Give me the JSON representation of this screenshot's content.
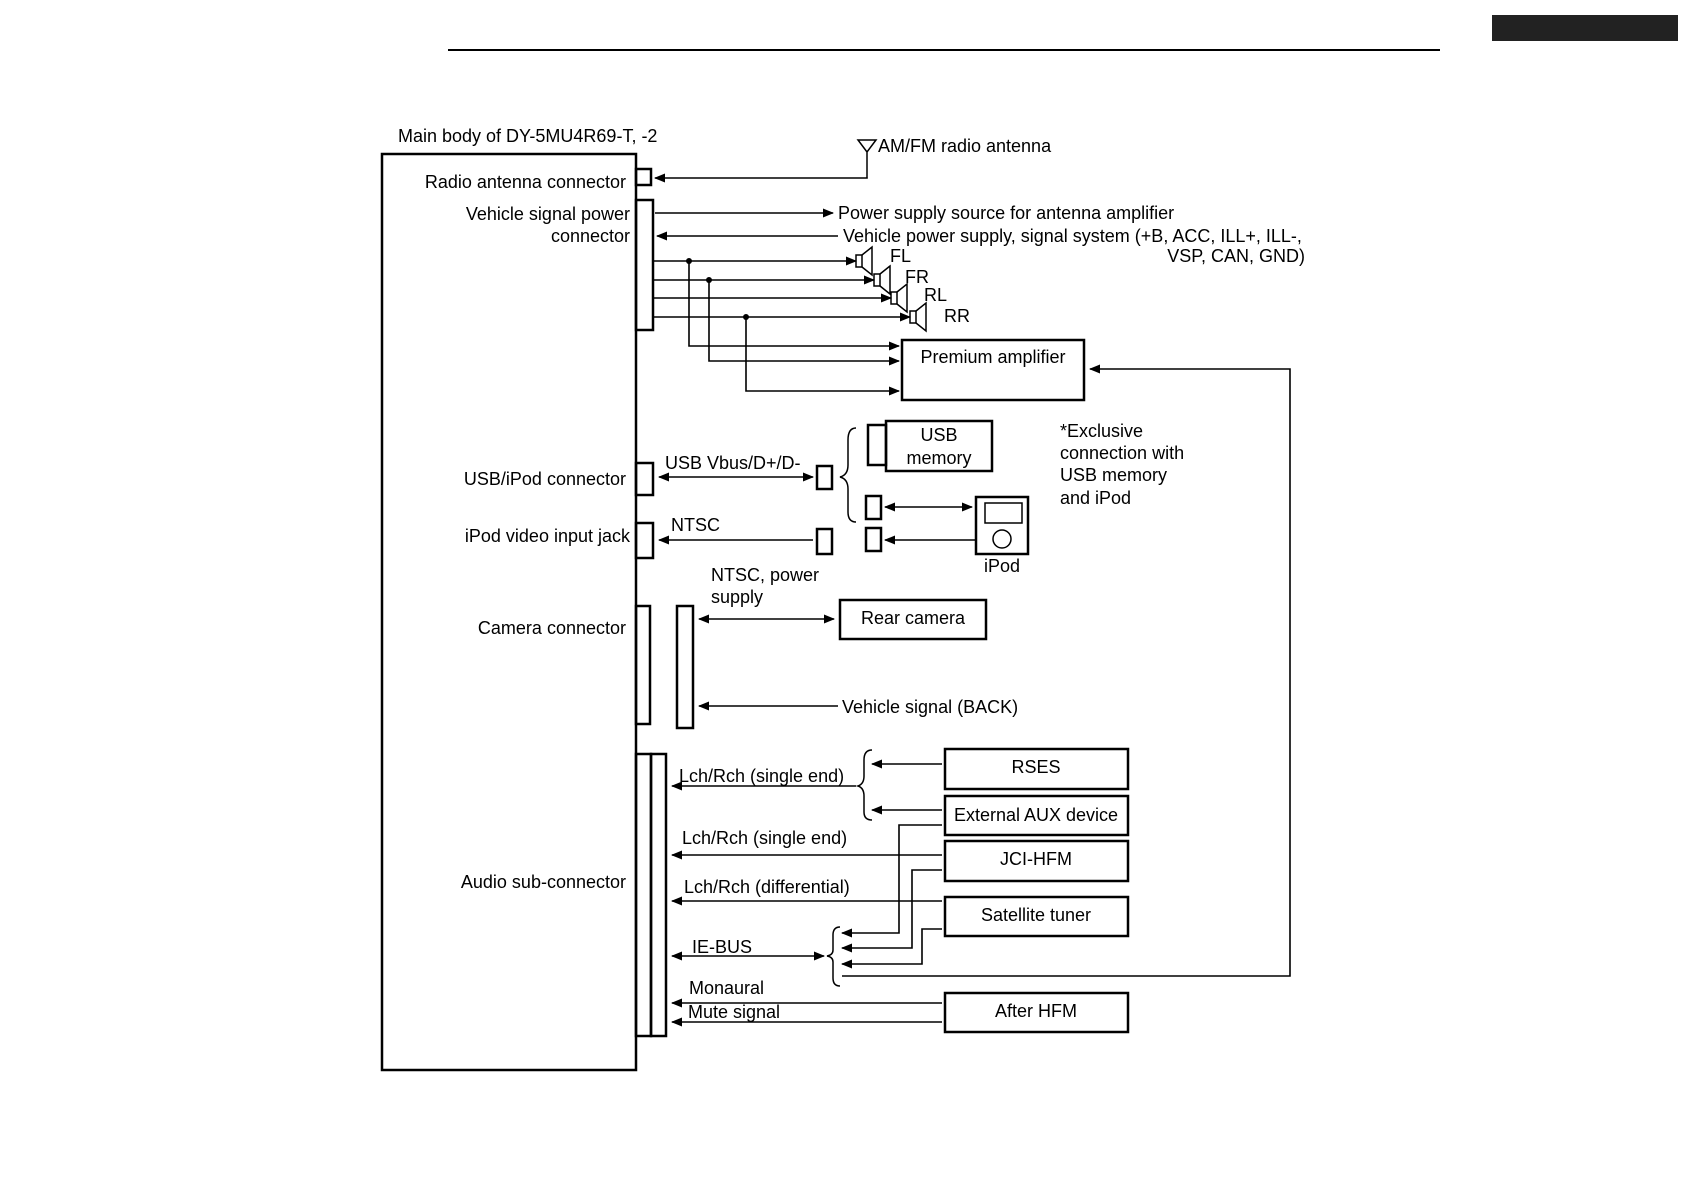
{
  "diagram": {
    "main_body_title": "Main body of DY-5MU4R69-T, -2",
    "connectors": {
      "radio_antenna": "Radio antenna connector",
      "vehicle_signal_power_1": "Vehicle signal power",
      "vehicle_signal_power_2": "connector",
      "usb_ipod": "USB/iPod connector",
      "ipod_video": "iPod video input jack",
      "camera": "Camera connector",
      "audio_sub": "Audio sub-connector"
    },
    "signals": {
      "am_fm_antenna": "AM/FM radio antenna",
      "antenna_amp_power": "Power supply source for antenna amplifier",
      "vehicle_power_1": "Vehicle power supply, signal system (+B, ACC, ILL+, ILL-,",
      "vehicle_power_2": "VSP, CAN, GND)",
      "usb_vbus": "USB Vbus/D+/D-",
      "ntsc": "NTSC",
      "ntsc_power_1": "NTSC, power",
      "ntsc_power_2": "supply",
      "vehicle_back": "Vehicle signal (BACK)",
      "lch_rch_single_1": "Lch/Rch (single end)",
      "lch_rch_single_2": "Lch/Rch (single end)",
      "lch_rch_diff": "Lch/Rch (differential)",
      "ie_bus": "IE-BUS",
      "monaural": "Monaural",
      "mute": "Mute signal"
    },
    "speakers": [
      "FL",
      "FR",
      "RL",
      "RR"
    ],
    "devices": {
      "premium_amp": "Premium amplifier",
      "usb_memory_1": "USB",
      "usb_memory_2": "memory",
      "ipod": "iPod",
      "rear_camera": "Rear camera",
      "rses": "RSES",
      "external_aux": "External AUX device",
      "jci_hfm": "JCI-HFM",
      "satellite_tuner": "Satellite tuner",
      "after_hfm": "After HFM"
    },
    "note": [
      "*Exclusive",
      "connection with",
      "USB memory",
      "and iPod"
    ]
  }
}
